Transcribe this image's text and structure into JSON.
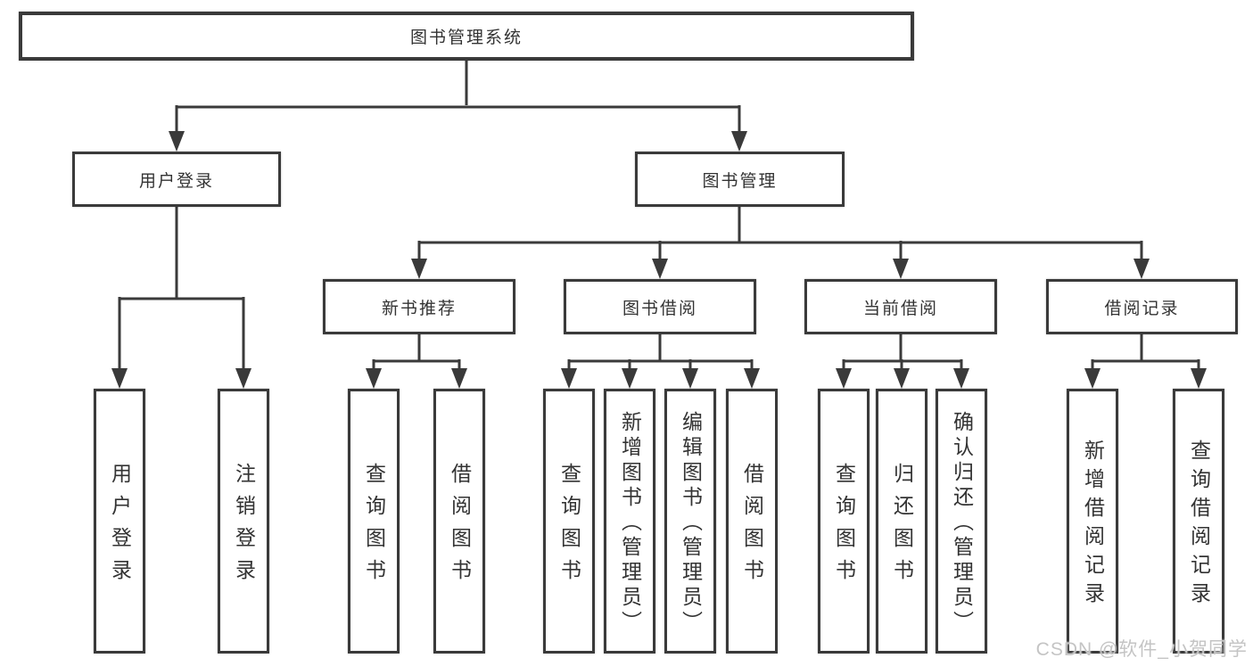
{
  "title": "图书管理系统",
  "level2": {
    "user_login": "用户登录",
    "book_management": "图书管理"
  },
  "level3": {
    "new_book": "新书推荐",
    "borrowing": "图书借阅",
    "current": "当前借阅",
    "records": "借阅记录"
  },
  "level4": {
    "under_user_login": [
      "用户登录",
      "注销登录"
    ],
    "under_new_book": [
      "查询图书",
      "借阅图书"
    ],
    "under_borrowing": [
      "查询图书",
      "新增图书（管理员）",
      "编辑图书（管理员）",
      "借阅图书"
    ],
    "under_current": [
      "查询图书",
      "归还图书",
      "确认归还（管理员）"
    ],
    "under_records": [
      "新增借阅记录",
      "查询借阅记录"
    ]
  },
  "watermark": "CSDN @软件_小贺同学",
  "colors": {
    "line": "#3a3a3a",
    "text": "#333333",
    "background": "#ffffff",
    "watermark": "#c4c4c4"
  }
}
